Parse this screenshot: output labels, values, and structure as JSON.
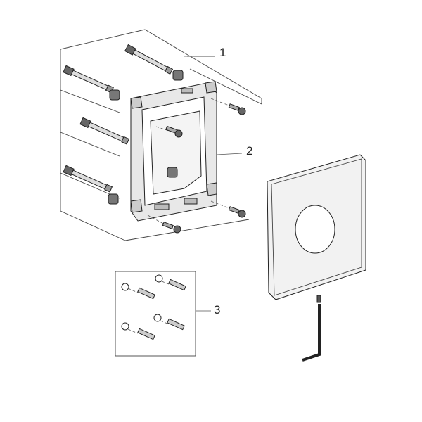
{
  "diagram": {
    "callouts": [
      {
        "id": "1",
        "label": "1"
      },
      {
        "id": "2",
        "label": "2"
      },
      {
        "id": "3",
        "label": "3"
      }
    ],
    "colors": {
      "line": "#444444",
      "part_fill": "#dddddd",
      "part_dark": "#666666",
      "plate_fill": "#f2f2f2",
      "background": "#ffffff"
    }
  }
}
